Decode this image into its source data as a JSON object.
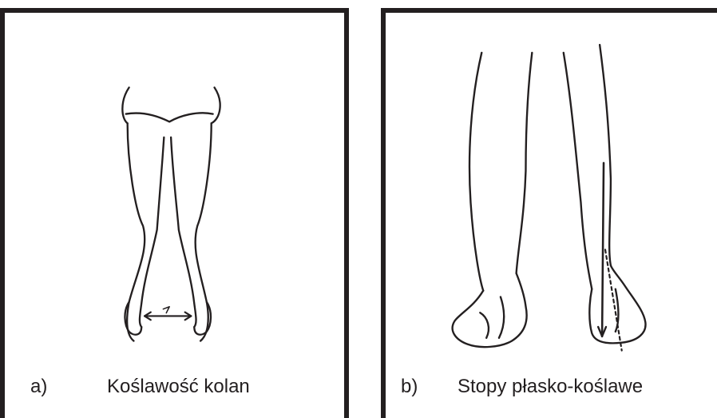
{
  "figure": {
    "panels": [
      {
        "letter": "a)",
        "caption": "Koślawość kolan"
      },
      {
        "letter": "b)",
        "caption": "Stopy płasko-koślawe"
      }
    ],
    "line_color": "#231f20",
    "background_color": "#ffffff"
  }
}
